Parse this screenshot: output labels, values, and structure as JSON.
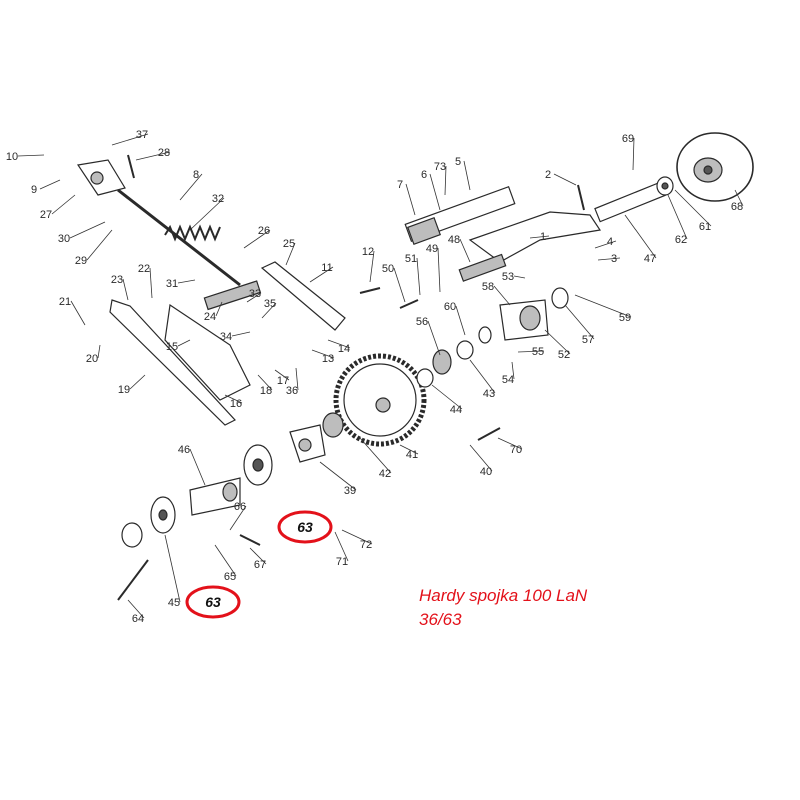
{
  "caption": {
    "line1": "Hardy spojka 100 LaN",
    "line2": "36/63"
  },
  "highlight_label": "63",
  "highlight_color": "#e3111a",
  "part_numbers": [
    "1",
    "2",
    "3",
    "4",
    "5",
    "6",
    "7",
    "8",
    "9",
    "10",
    "11",
    "12",
    "13",
    "14",
    "15",
    "16",
    "17",
    "18",
    "19",
    "20",
    "21",
    "22",
    "23",
    "24",
    "25",
    "26",
    "27",
    "28",
    "29",
    "30",
    "31",
    "32",
    "33",
    "34",
    "35",
    "36",
    "37",
    "39",
    "40",
    "41",
    "42",
    "43",
    "44",
    "45",
    "46",
    "47",
    "48",
    "49",
    "50",
    "51",
    "52",
    "53",
    "54",
    "55",
    "56",
    "57",
    "58",
    "59",
    "60",
    "61",
    "62",
    "64",
    "65",
    "66",
    "67",
    "68",
    "69",
    "70",
    "71",
    "72",
    "73"
  ]
}
